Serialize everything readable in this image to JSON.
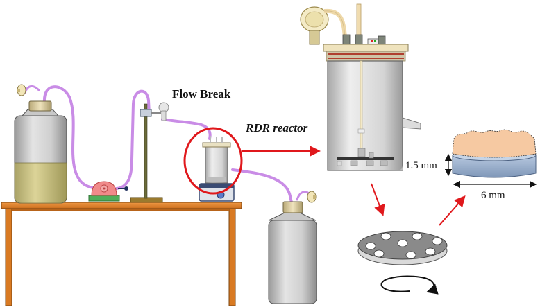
{
  "labels": {
    "flow_break": "Flow Break",
    "reactor": "RDR reactor",
    "height": "1.5 mm",
    "diameter": "6 mm"
  },
  "colors": {
    "tubing": "#c98ce6",
    "highlight_ring": "#e0181c",
    "arrow": "#e0181c",
    "table_top": "#e8862c",
    "table_legs": "#d97a22",
    "biofilm": "#f6c9a2",
    "coupon_base": "#9fb6d2",
    "medium": "#d8cf8c",
    "disc_top": "#8a8a8a",
    "glass": "#d6d6d6"
  },
  "icons": {
    "pump": "peristaltic-pump-icon",
    "stirrer": "magnetic-stirrer-icon",
    "rotation": "rotation-arrow-icon"
  }
}
